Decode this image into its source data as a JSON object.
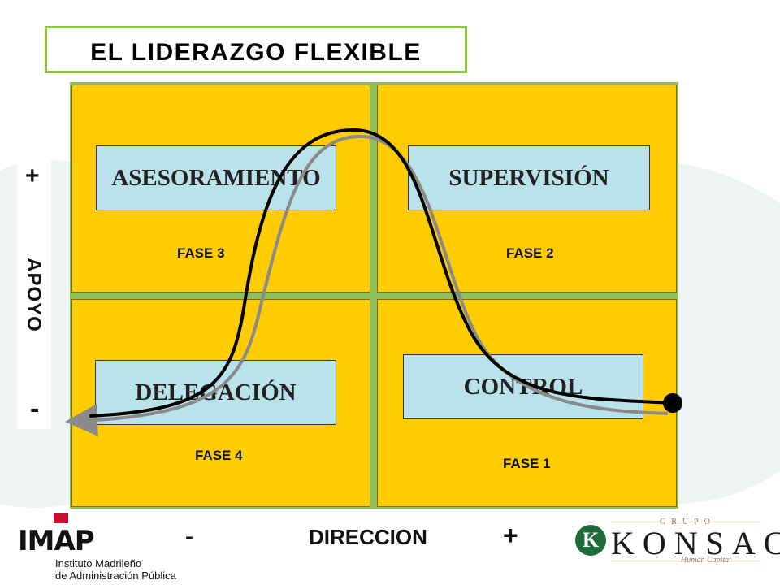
{
  "title": "EL LIDERAZGO FLEXIBLE",
  "quadrants": [
    {
      "role": "ASESORAMIENTO",
      "phase": "FASE 3"
    },
    {
      "role": "SUPERVISIÓN",
      "phase": "FASE 2"
    },
    {
      "role": "DELEGACIÓN",
      "phase": "FASE 4"
    },
    {
      "role": "CONTROL",
      "phase": "FASE 1"
    }
  ],
  "y_axis": {
    "label": "APOYO",
    "high": "+",
    "low": "-"
  },
  "x_axis": {
    "label": "DIRECCION",
    "low": "-",
    "high": "+"
  },
  "logos": {
    "imap": {
      "word": "IMAP",
      "line1": "Instituto Madrileño",
      "line2": "de Administración Pública"
    },
    "konsac": {
      "grupo": "GRUPO",
      "name": "KONSAC",
      "tagline": "Human Capital",
      "emblem": "K"
    }
  },
  "colors": {
    "quadrant_fill": "#ffcc00",
    "role_box_fill": "#b9e2ea",
    "title_border": "#8cc63f",
    "grid_border": "#8fbf5a",
    "curve_primary": "#000000",
    "curve_secondary": "#8a8a8a",
    "konsac_green": "#1f6a3a",
    "imap_red": "#c8102e"
  }
}
